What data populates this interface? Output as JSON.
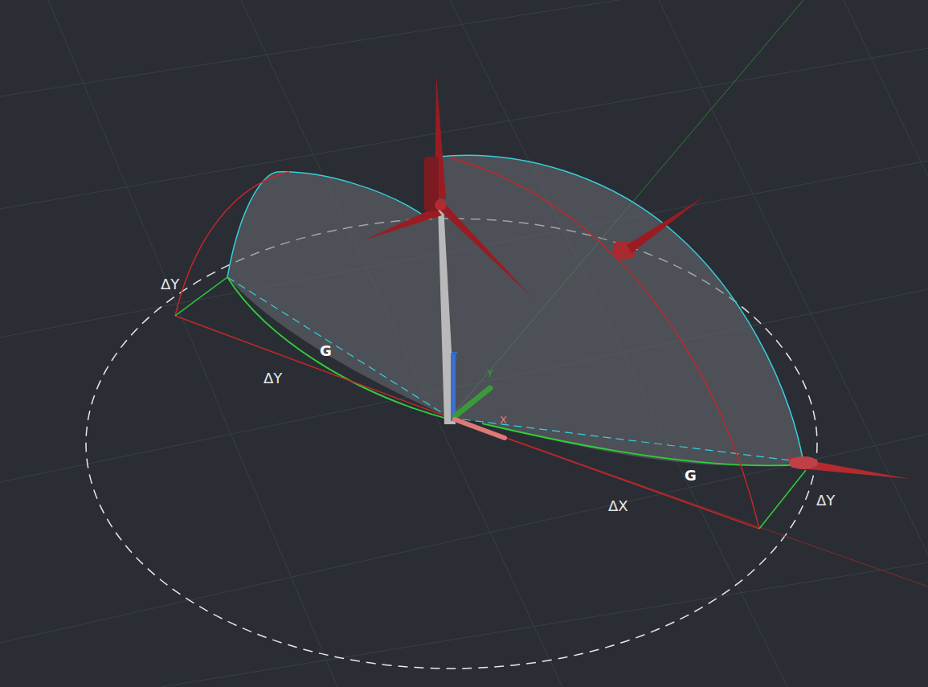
{
  "diagram": {
    "labels": [
      "ΔY",
      "ΔY",
      "G",
      "G",
      "ΔX",
      "ΔY",
      "Z",
      "Y",
      "X"
    ]
  }
}
